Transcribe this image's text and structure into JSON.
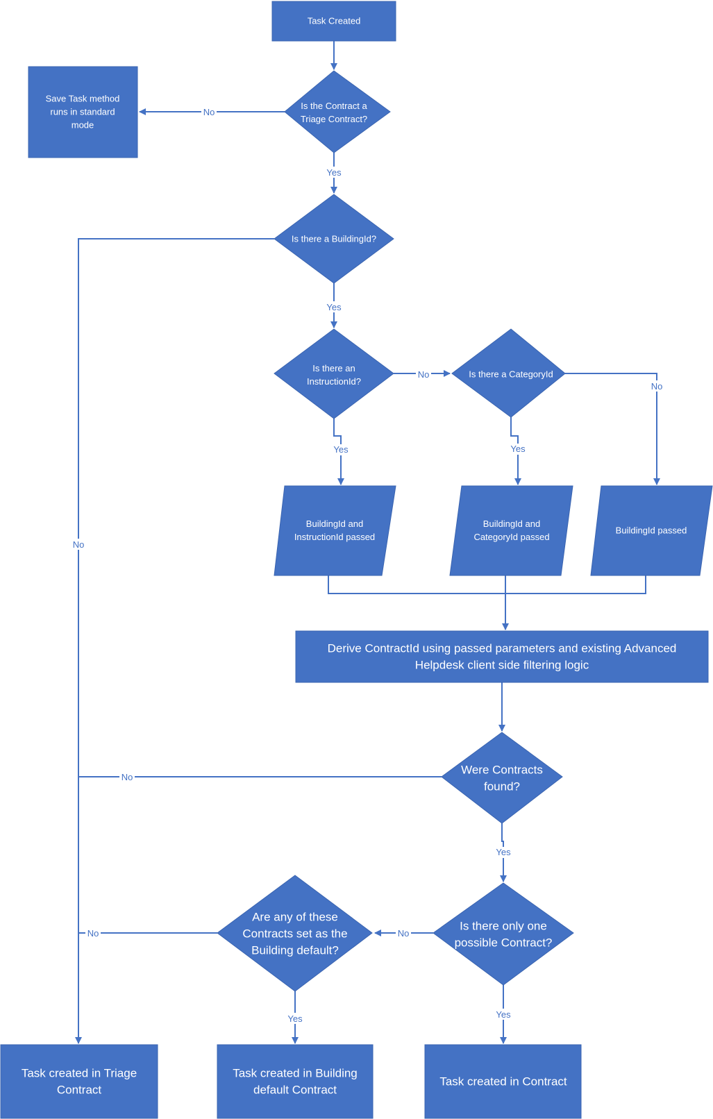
{
  "colors": {
    "node_fill": "#4472c4",
    "edge": "#4472c4",
    "text": "#ffffff",
    "background": "#ffffff"
  },
  "nodes": {
    "task_created": [
      "Task Created"
    ],
    "is_triage": [
      "Is the Contract a",
      "Triage Contract?"
    ],
    "save_standard": [
      "Save Task method",
      "runs in standard",
      "mode"
    ],
    "is_building": [
      "Is there a BuildingId?"
    ],
    "is_instruction": [
      "Is there an",
      "InstructionId?"
    ],
    "is_category": [
      "Is there a CategoryId"
    ],
    "building_instruction_passed": [
      "BuildingId and",
      "InstructionId passed"
    ],
    "building_category_passed": [
      "BuildingId and",
      "CategoryId passed"
    ],
    "building_passed": [
      "BuildingId passed"
    ],
    "derive_contract": [
      "Derive ContractId using passed parameters and existing Advanced",
      "Helpdesk client side filtering logic"
    ],
    "contracts_found": [
      "Were Contracts",
      "found?"
    ],
    "only_one": [
      "Is there only one",
      "possible Contract?"
    ],
    "building_default": [
      "Are any of these",
      "Contracts set as the",
      "Building default?"
    ],
    "task_triage": [
      "Task created in Triage",
      "Contract"
    ],
    "task_building_default": [
      "Task created in Building",
      "default Contract"
    ],
    "task_contract": [
      "Task created in Contract"
    ]
  },
  "edge_labels": {
    "triage_no": "No",
    "triage_yes": "Yes",
    "building_no": "No",
    "building_yes": "Yes",
    "instruction_no": "No",
    "instruction_yes": "Yes",
    "category_yes": "Yes",
    "category_no": "No",
    "contracts_no": "No",
    "contracts_yes": "Yes",
    "only_one_no": "No",
    "only_one_yes": "Yes",
    "default_no": "No",
    "default_yes": "Yes"
  }
}
